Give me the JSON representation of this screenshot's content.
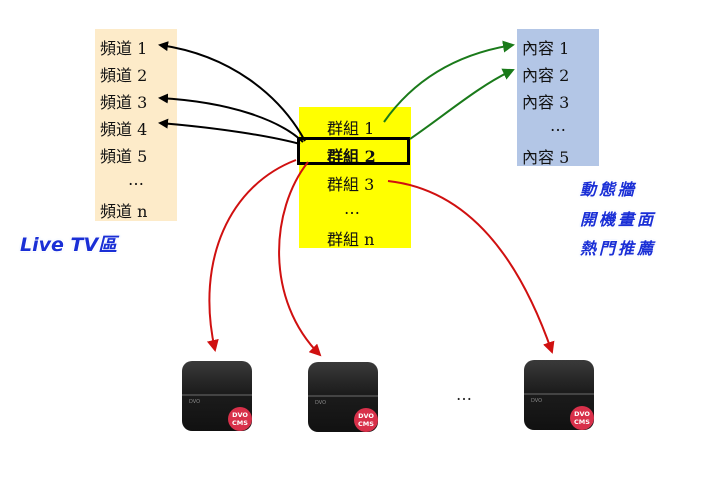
{
  "channels": [
    "頻道 1",
    "頻道 2",
    "頻道 3",
    "頻道 4",
    "頻道 5",
    "…",
    "頻道 n"
  ],
  "groups": [
    "群組 1",
    "群組 2",
    "群組 3",
    "…",
    "群組 n"
  ],
  "contents": [
    "內容 1",
    "內容 2",
    "內容 3",
    "…",
    "內容 5"
  ],
  "labels": {
    "live_tv": "Live TV區",
    "features": [
      "動態牆",
      "開機畫面",
      "熱門推薦"
    ]
  },
  "devices": {
    "brand": "DVO",
    "badge_line1": "DVO",
    "badge_line2": "CMS",
    "ellipsis": "…"
  },
  "colors": {
    "channels_bg": "#fdebc9",
    "groups_bg": "#ffff00",
    "contents_bg": "#b3c6e6",
    "arrow_black": "#000000",
    "arrow_green": "#1a7a1a",
    "arrow_red": "#d01010",
    "label_blue": "#1a2fd6",
    "badge_red": "#d8304a"
  }
}
